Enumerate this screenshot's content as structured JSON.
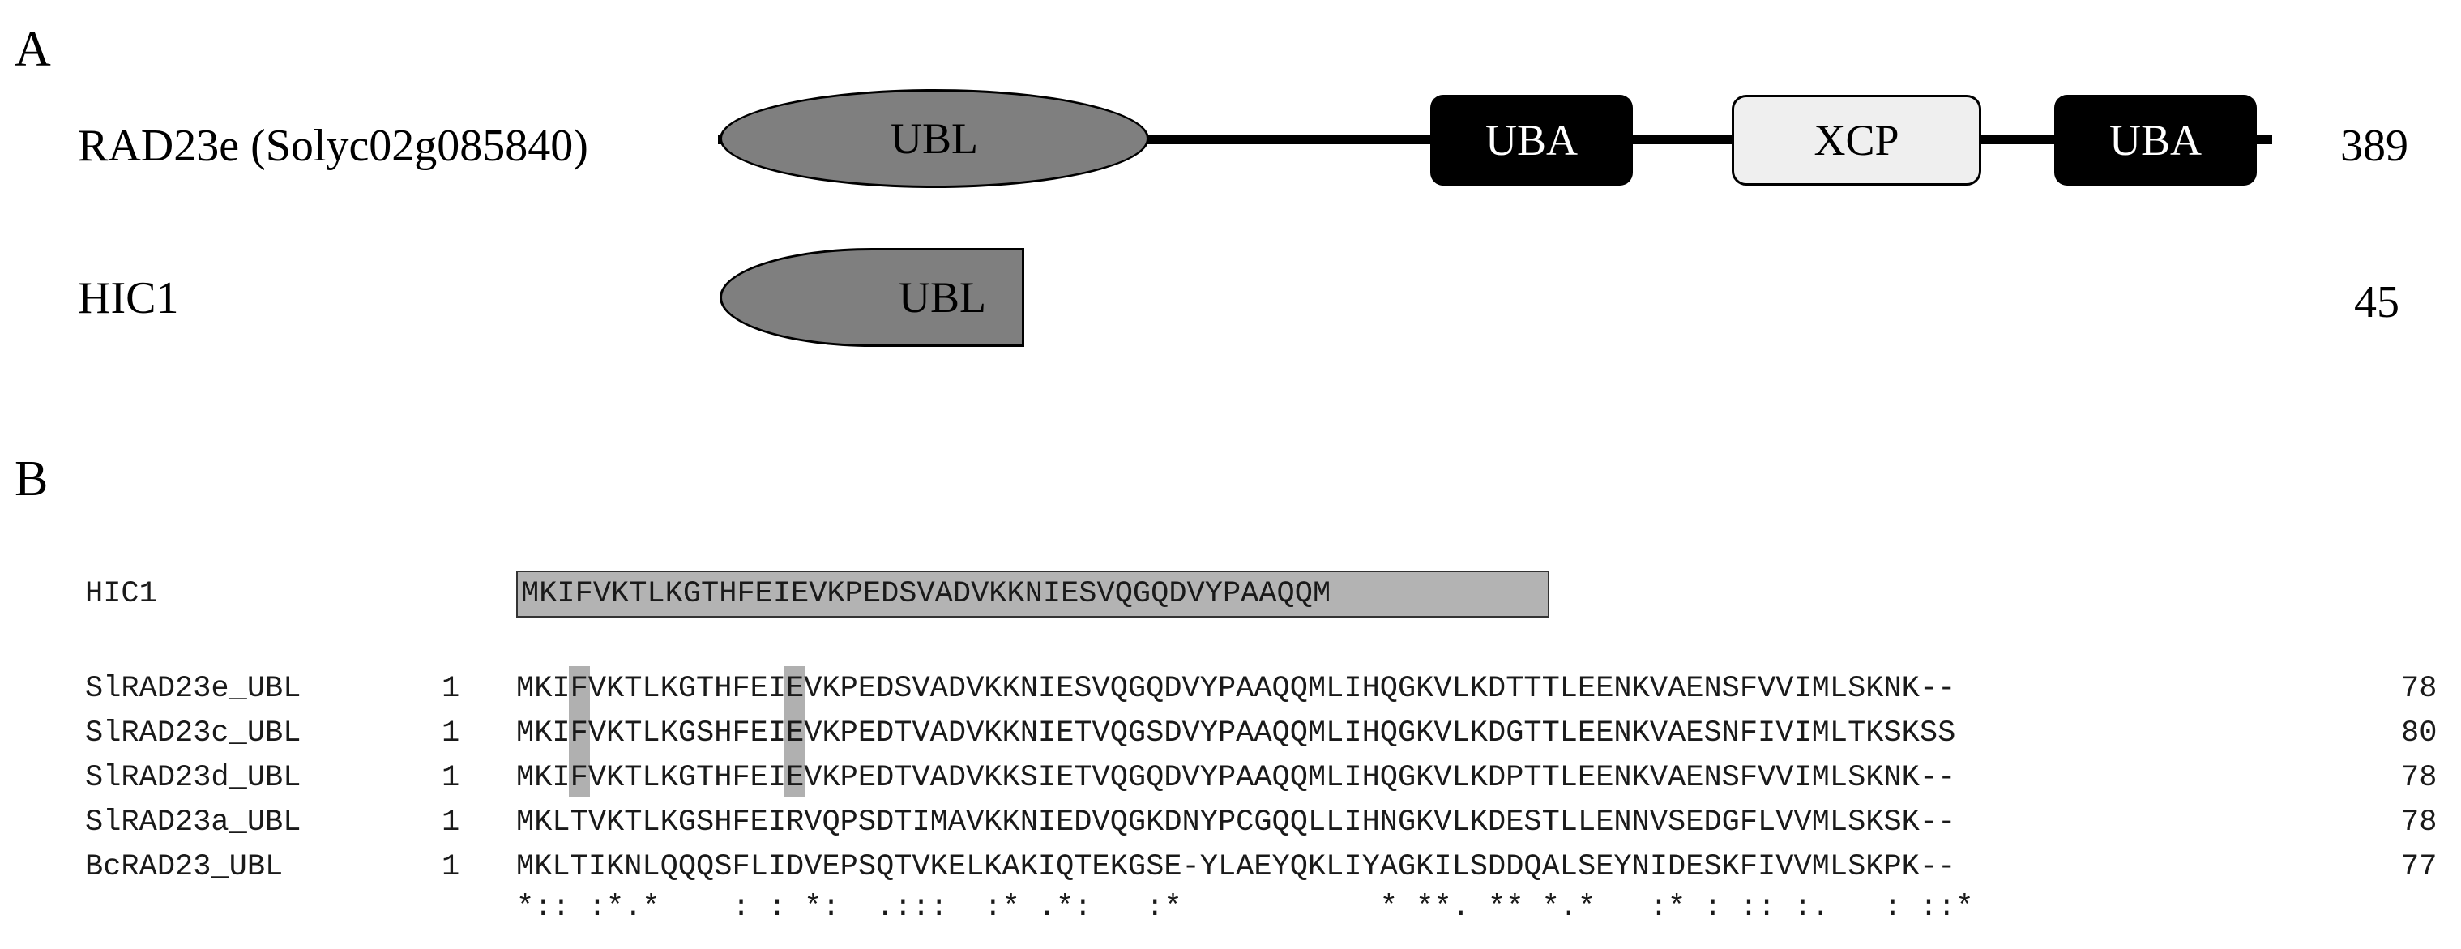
{
  "panel_a": {
    "letter": "A",
    "proteins": [
      {
        "name": "RAD23e (Solyc02g085840)",
        "length": "389",
        "domains": [
          "UBL",
          "UBA",
          "XCP",
          "UBA"
        ]
      },
      {
        "name": "HIC1",
        "length": "45",
        "domains": [
          "UBL"
        ]
      }
    ],
    "colors": {
      "ubl": "#7f7f7f",
      "uba": "#000000",
      "xcp": "#efefef"
    }
  },
  "panel_b": {
    "letter": "B",
    "hic1_label": "HIC1",
    "hic1_sequence": "MKIFVKTLKGTHFEIEVKPEDSVADVKKNIESVQGQDVYPAAQQM",
    "alignment": [
      {
        "name": "SlRAD23e_UBL",
        "start": "1",
        "sequence": "MKIFVKTLKGTHFEIEVKPEDSVADVKKNIESVQGQDVYPAAQQMLIHQGKVLKDTTTLEENKVAENSFVVIMLSKNK--",
        "end": "78"
      },
      {
        "name": "SlRAD23c_UBL",
        "start": "1",
        "sequence": "MKIFVKTLKGSHFEIEVKPEDTVADVKKNIETVQGSDVYPAAQQMLIHQGKVLKDGTTLEENKVAESNFIVIMLTKSKSS",
        "end": "80"
      },
      {
        "name": "SlRAD23d_UBL",
        "start": "1",
        "sequence": "MKIFVKTLKGTHFEIEVKPEDTVADVKKSIETVQGQDVYPAAQQMLIHQGKVLKDPTTLEENKVAENSFVVIMLSKNK--",
        "end": "78"
      },
      {
        "name": "SlRAD23a_UBL",
        "start": "1",
        "sequence": "MKLTVKTLKGSHFEIRVQPSDTIMAVKKNIEDVQGKDNYPCGQQLLIHNGKVLKDESTLLENNVSEDGFLVVMLSKSK--",
        "end": "78"
      },
      {
        "name": "BcRAD23_UBL",
        "start": "1",
        "sequence": "MKLTIKNLQQQSFLIDVEPSQTVKELKAKIQTEKGSE-YLAEYQKLIYAGKILSDDQALSEYNIDESKFIVVMLSKPK--",
        "end": "77"
      }
    ],
    "conservation": "*:: :*.*    : : *:  .:::  :* .*:   :*           * **. ** *.*   :* : :: :.   : ::*",
    "highlighted_positions": [
      4,
      16
    ],
    "highlight_color": "#b0b0b0"
  }
}
